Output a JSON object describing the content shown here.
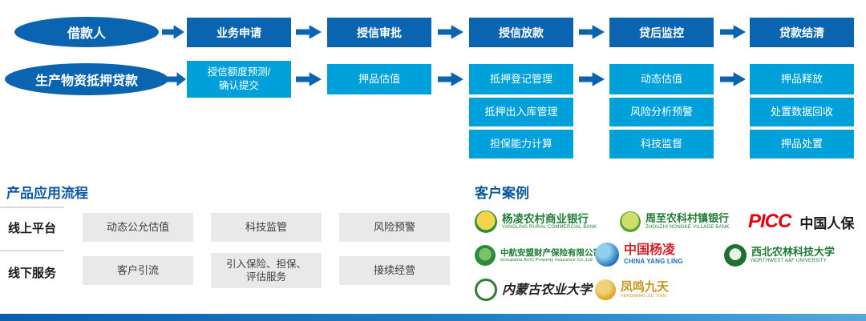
{
  "flow": {
    "sources": [
      {
        "label": "借款人"
      },
      {
        "label": "生产物资抵押贷款"
      }
    ],
    "columns": [
      {
        "header": "业务申请",
        "items": [
          "授信额度预测/\n确认提交"
        ]
      },
      {
        "header": "授信审批",
        "items": [
          "押品估值"
        ]
      },
      {
        "header": "授信放款",
        "items": [
          "抵押登记管理",
          "抵押出入库管理",
          "担保能力计算"
        ]
      },
      {
        "header": "贷后监控",
        "items": [
          "动态估值",
          "风险分析预警",
          "科技监督"
        ]
      },
      {
        "header": "贷款结清",
        "items": [
          "押品释放",
          "处置数据回收",
          "押品处置"
        ]
      }
    ]
  },
  "product_flow": {
    "title": "产品应用流程",
    "rows": [
      {
        "label": "线上平台",
        "items": [
          "动态公允估值",
          "科技监管",
          "风险预警"
        ]
      },
      {
        "label": "线下服务",
        "items": [
          "客户引流",
          "引入保险、担保、\n评估服务",
          "接续经营"
        ]
      }
    ]
  },
  "cases": {
    "title": "客户案例",
    "logos": [
      {
        "name": "杨凌农村商业银行",
        "sub": "YANGLING RURAL COMMERCIAL BANK"
      },
      {
        "name": "周至农科村镇银行",
        "sub": "ZHOUZHI NONGKE VILLAGE BANK"
      },
      {
        "name": "PICC",
        "sub": "中国人保"
      },
      {
        "name": "中航安盟财产保险有限公司",
        "sub": "Groupama AVIC Property Insurance Co.,Ltd"
      },
      {
        "name": "中国杨凌",
        "sub": "CHINA YANG LING"
      },
      {
        "name": "西北农林科技大学",
        "sub": "NORTHWEST A&F UNIVERSITY"
      },
      {
        "name": "内蒙古农业大学",
        "sub": ""
      },
      {
        "name": "凤鸣九天",
        "sub": "FENGMING JIU TIAN"
      }
    ]
  },
  "colors": {
    "flow_header_blue": "#0b64b0",
    "flow_item_cyan": "#00a0da",
    "section_title_blue": "#0a57a4",
    "gray_box": "#e9e9e9",
    "brand_green": "#1f7a33",
    "brand_red": "#e60012",
    "brand_gold": "#d4a017",
    "brand_blue": "#1b6cb5"
  }
}
